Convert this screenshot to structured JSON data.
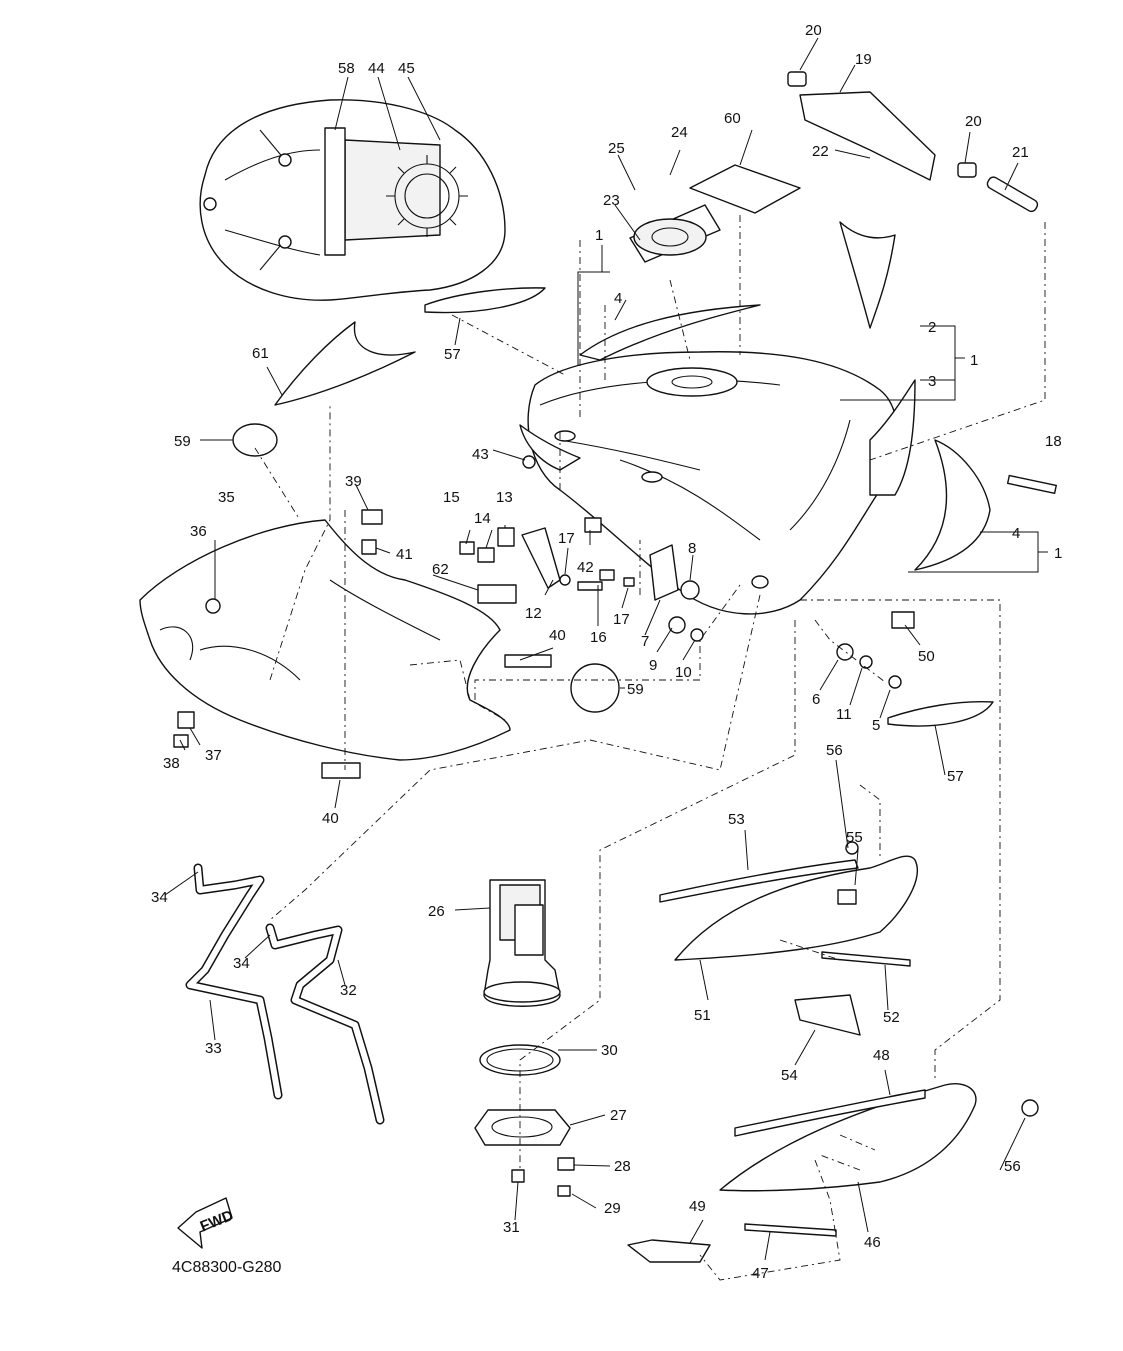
{
  "diagram": {
    "code": "4C88300-G280",
    "fwd_label": "FWD",
    "callouts": [
      "1",
      "1",
      "1",
      "2",
      "3",
      "4",
      "4",
      "4",
      "5",
      "6",
      "7",
      "8",
      "9",
      "10",
      "11",
      "12",
      "13",
      "14",
      "15",
      "16",
      "17",
      "17",
      "18",
      "19",
      "20",
      "20",
      "21",
      "22",
      "23",
      "24",
      "25",
      "26",
      "27",
      "28",
      "29",
      "30",
      "31",
      "32",
      "33",
      "34",
      "34",
      "35",
      "36",
      "37",
      "38",
      "39",
      "40",
      "40",
      "41",
      "42",
      "43",
      "44",
      "45",
      "46",
      "47",
      "48",
      "49",
      "50",
      "51",
      "52",
      "53",
      "54",
      "55",
      "56",
      "56",
      "57",
      "57",
      "58",
      "59",
      "59",
      "60",
      "61",
      "62"
    ]
  }
}
